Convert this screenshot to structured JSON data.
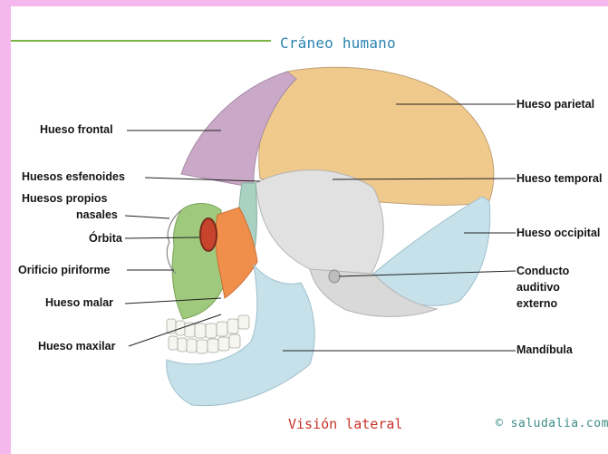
{
  "title": "Cráneo humano",
  "caption": "Visión lateral",
  "copyright": "© saludalia.com",
  "labels_left": {
    "hueso_frontal": "Hueso frontal",
    "huesos_esfenoides": "Huesos esfenoides",
    "huesos_propios_nasales_1": "Huesos propios",
    "huesos_propios_nasales_2": "nasales",
    "orbita": "Órbita",
    "orificio_piriforme": "Orificio piriforme",
    "hueso_malar": "Hueso malar",
    "hueso_maxilar": "Hueso maxilar"
  },
  "labels_right": {
    "hueso_parietal": "Hueso parietal",
    "hueso_temporal": "Hueso temporal",
    "hueso_occipital": "Hueso occipital",
    "conducto_1": "Conducto",
    "conducto_2": "auditivo",
    "conducto_3": "externo",
    "mandibula": "Mandíbula"
  },
  "colors": {
    "frontal": "#c9a9c7",
    "parietal": "#f0c98c",
    "temporal": "#e1e1e1",
    "occipital": "#c6e1ea",
    "mandible": "#c6e1ea",
    "malar": "#f08e4c",
    "maxilar": "#9fc97c",
    "sphenoid": "#a9d2c2",
    "orbit": "#c8432c"
  }
}
